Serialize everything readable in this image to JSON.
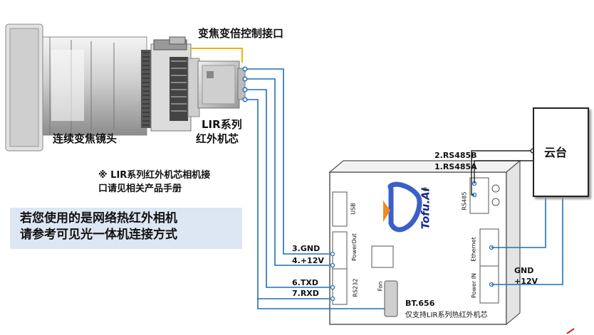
{
  "labels": {
    "zoom_port": "变焦变倍控制接口",
    "zoom_lens": "连续变焦镜头",
    "lir_line1": "LIR系列",
    "lir_line2": "红外机芯",
    "note_line1": "※ LIR系列红外机芯相机接",
    "note_line2": "口请见相关产品手册",
    "network_line1": "若您使用的是网络热红外相机",
    "network_line2": "请参考可见光一体机连接方式",
    "ptz": "云台",
    "rs485b": "2.RS485B",
    "rs485a": "1.RS485A",
    "gnd_left": "3.GND",
    "v12_left": "4.+12V",
    "txd": "6.TXD",
    "rxd": "7.RXD",
    "gnd_right": "GND",
    "v12_right": "+12V",
    "bt656": "BT.656",
    "bt656_note": "仅支持LIR系列热红外机芯"
  },
  "box": {
    "brand": "Tofu.AI",
    "registered": "®",
    "port_usb": "USB",
    "port_powerout": "PowerOut",
    "port_rs232": "RS232",
    "port_fan": "Fan",
    "port_rs485": "RS485",
    "port_ethernet": "Ethernet",
    "port_powerin": "Power IN"
  },
  "colors": {
    "wire_blue": "#1f6fb8",
    "wire_yellow": "#f0b400",
    "note_bg": "#dde6f3",
    "logo_blue": "#3a5fc8",
    "logo_orange": "#f08a1c"
  }
}
